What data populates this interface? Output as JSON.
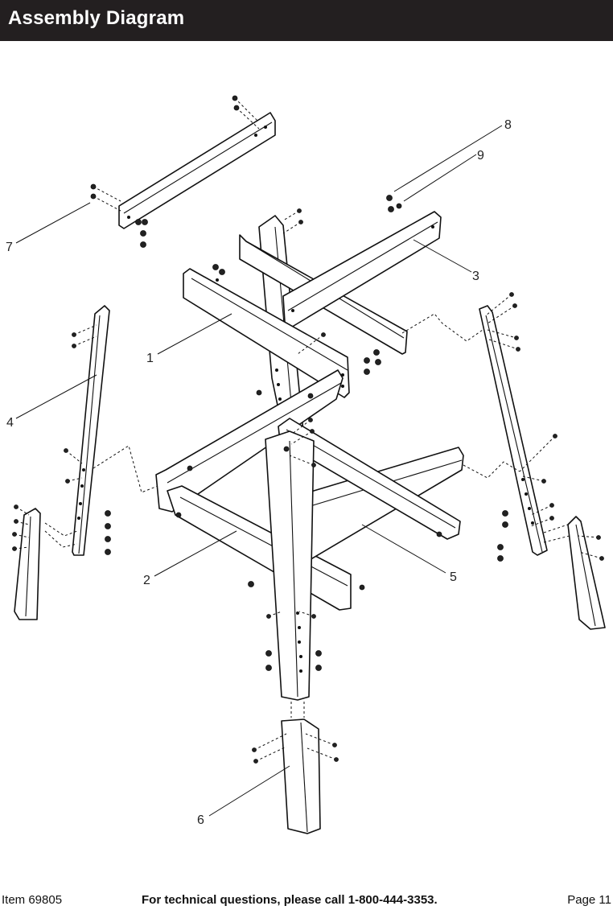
{
  "header": {
    "title": "Assembly Diagram"
  },
  "diagram": {
    "callouts": [
      {
        "label": "1"
      },
      {
        "label": "2"
      },
      {
        "label": "3"
      },
      {
        "label": "4"
      },
      {
        "label": "5"
      },
      {
        "label": "6"
      },
      {
        "label": "7"
      },
      {
        "label": "8"
      },
      {
        "label": "9"
      }
    ]
  },
  "footer": {
    "item": "Item 69805",
    "support": "For technical questions, please call 1-800-444-3353.",
    "page": "Page 11"
  }
}
